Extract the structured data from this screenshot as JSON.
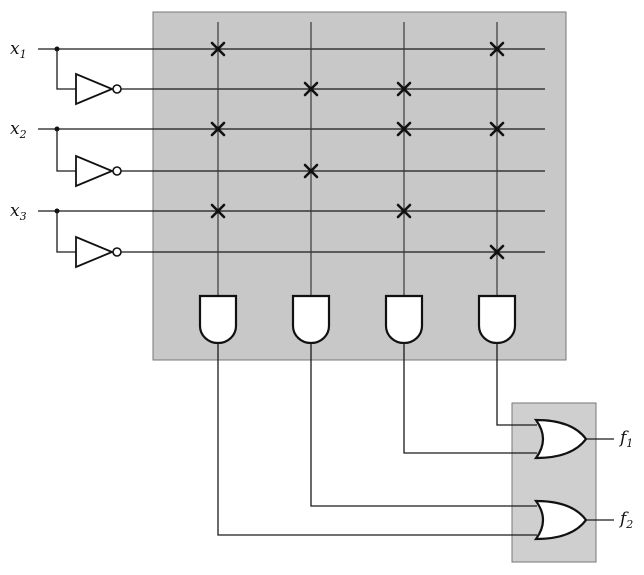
{
  "inputs": [
    {
      "base": "x",
      "index": "1"
    },
    {
      "base": "x",
      "index": "2"
    },
    {
      "base": "x",
      "index": "3"
    }
  ],
  "outputs": [
    {
      "base": "f",
      "index": "1"
    },
    {
      "base": "f",
      "index": "2"
    }
  ],
  "colors": {
    "and_plane": "#c8c8c8",
    "or_plane": "#cfcfcf",
    "ink": "#111111",
    "gate_fill": "#ffffff"
  },
  "programming": {
    "description_rows": [
      "x1",
      "x1_not",
      "x2",
      "x2_not",
      "x3",
      "x3_not"
    ],
    "and_columns": [
      "P1",
      "P2",
      "P3",
      "P4"
    ],
    "connections": [
      [
        1,
        0,
        0,
        1
      ],
      [
        0,
        1,
        1,
        0
      ],
      [
        1,
        0,
        1,
        1
      ],
      [
        0,
        1,
        0,
        0
      ],
      [
        1,
        0,
        1,
        0
      ],
      [
        0,
        0,
        0,
        1
      ]
    ]
  },
  "or_gates": [
    {
      "output": "f1",
      "inputs": [
        "P4",
        "P3"
      ]
    },
    {
      "output": "f2",
      "inputs": [
        "P2",
        "P1"
      ]
    }
  ]
}
